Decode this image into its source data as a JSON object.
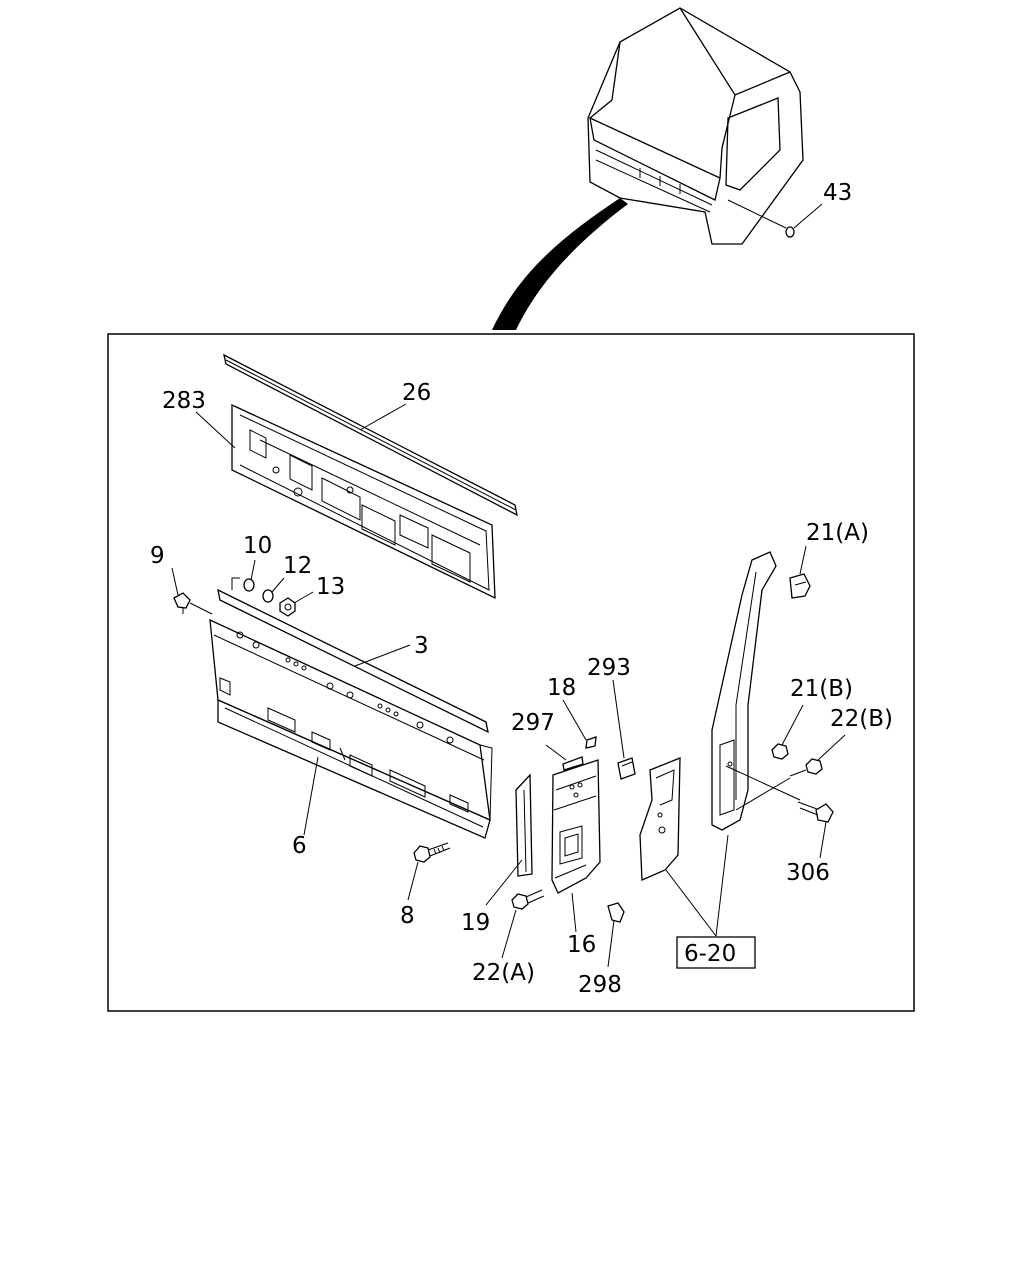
{
  "callouts": {
    "c43": "43",
    "c283": "283",
    "c26": "26",
    "c9": "9",
    "c10": "10",
    "c12": "12",
    "c13": "13",
    "c3": "3",
    "c6": "6",
    "c8": "8",
    "c18": "18",
    "c293": "293",
    "c297": "297",
    "c21a": "21(A)",
    "c21b": "21(B)",
    "c22b": "22(B)",
    "c306": "306",
    "c19": "19",
    "c16": "16",
    "c22a": "22(A)",
    "c298": "298",
    "c620": "6-20"
  }
}
